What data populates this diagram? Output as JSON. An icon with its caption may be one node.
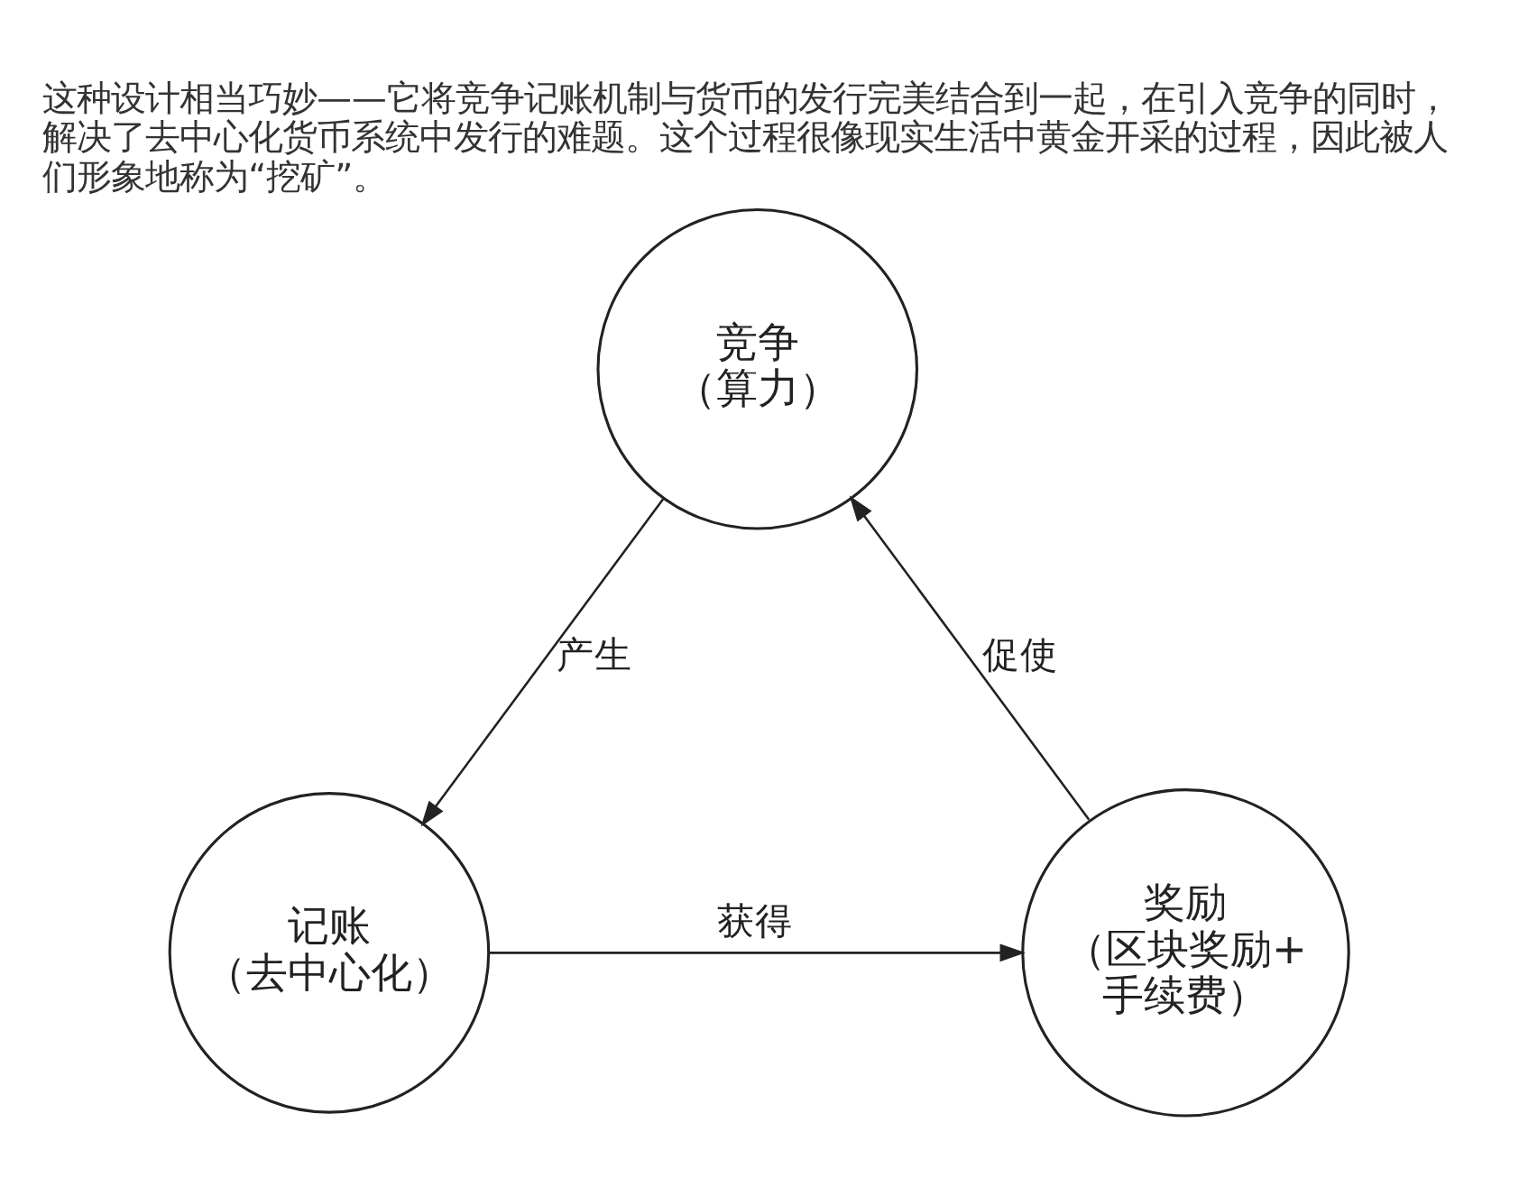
{
  "diagram": {
    "caption": "这种设计相当巧妙——它将竞争记账机制与货币的发行完美结合到一起，在引入竞争的同时，解决了去中心化货币系统中发行的难题。这个过程很像现实生活中黄金开采的过程，因此被人们形象地称为“挖矿”。",
    "nodes": [
      {
        "text": [
          "竞争",
          "（算力）"
        ]
      },
      {
        "text": [
          "记账",
          "（去中心化）"
        ]
      },
      {
        "text": [
          "奖励",
          "（区块奖励+手续费）"
        ]
      }
    ],
    "edges": [
      {
        "from": 0,
        "to": 1,
        "arrow": "to",
        "label": "产生"
      },
      {
        "from": 1,
        "to": 2,
        "arrow": "to",
        "label": "获得"
      },
      {
        "from": 2,
        "to": 0,
        "arrow": "to",
        "label": "促使"
      }
    ]
  }
}
